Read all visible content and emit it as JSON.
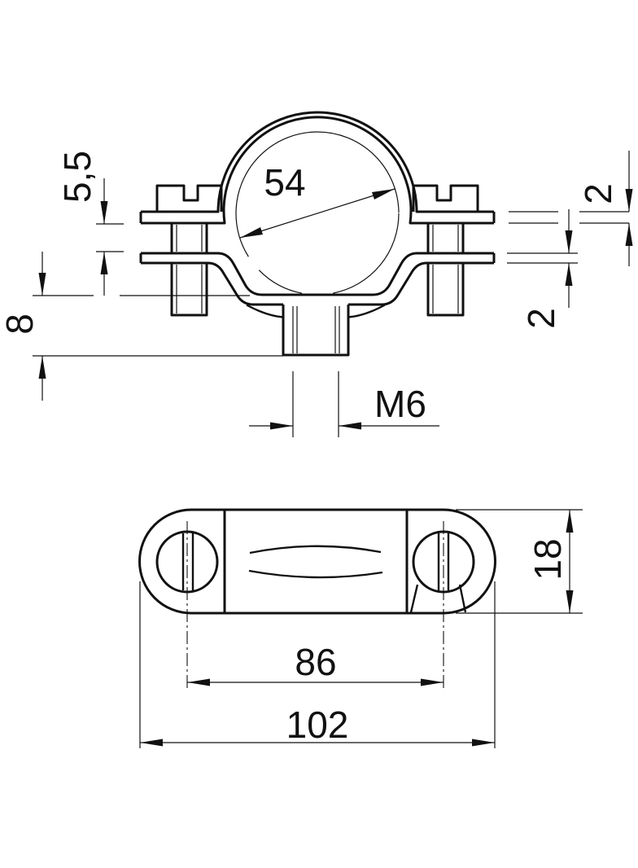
{
  "front_view": {
    "dimensions": {
      "opening_diameter": "54",
      "flange_gap": "5,5",
      "socket_height": "8",
      "lower_plate_thickness": "2",
      "upper_plate_thickness": "2",
      "thread": "M6"
    }
  },
  "plan_view": {
    "dimensions": {
      "strap_width": "18",
      "hole_spacing": "86",
      "overall_length": "102"
    }
  },
  "colors": {
    "line": "#111111",
    "background": "#ffffff"
  }
}
